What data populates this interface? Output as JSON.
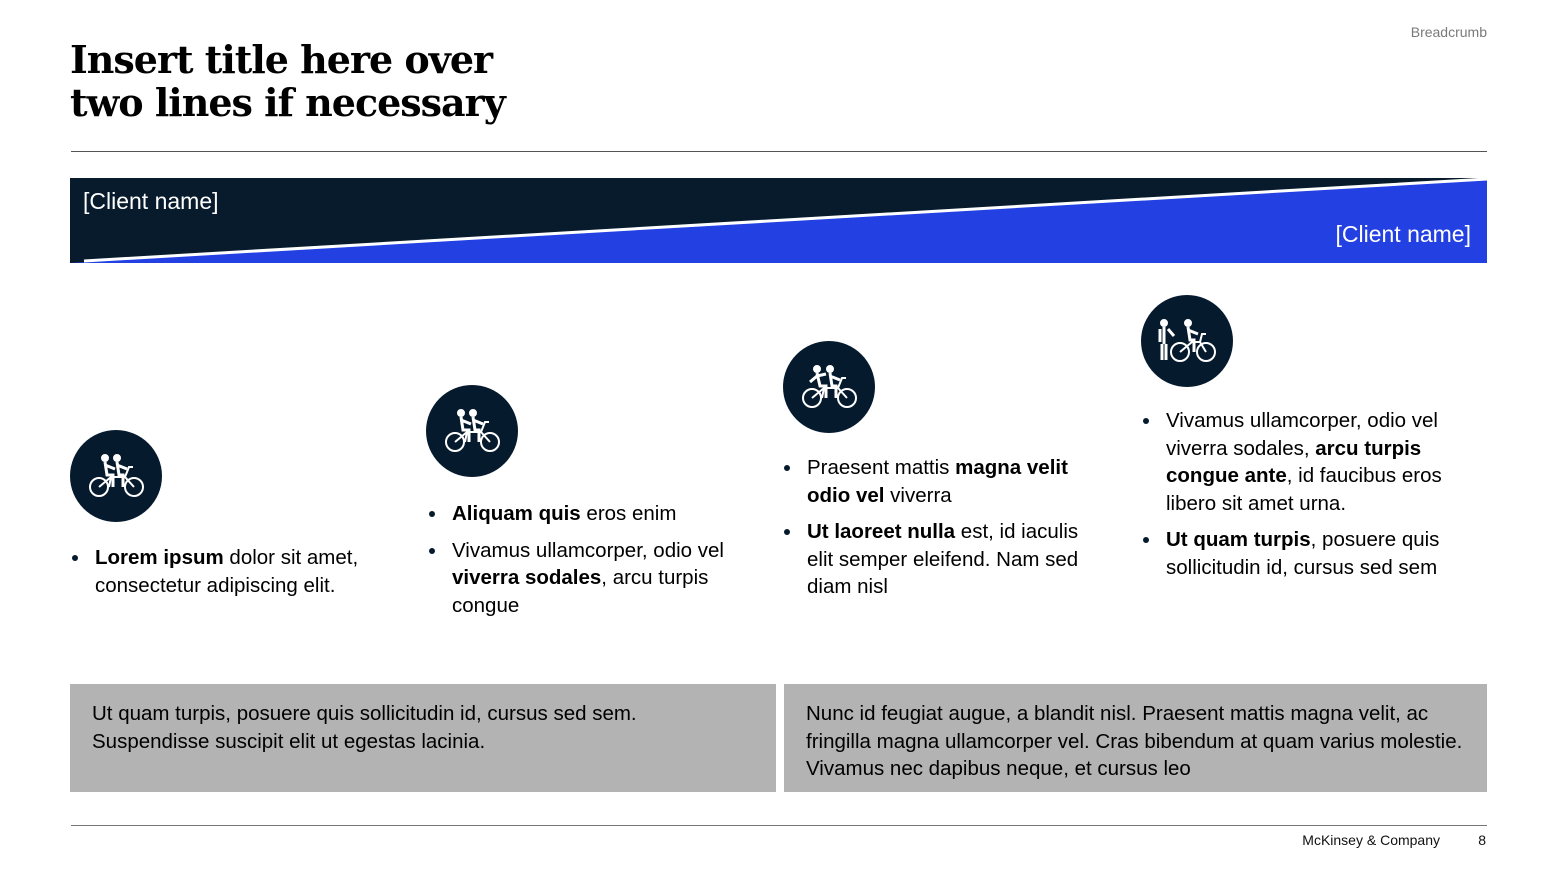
{
  "header": {
    "breadcrumb": "Breadcrumb",
    "title_line1": "Insert title here over",
    "title_line2": "two lines if necessary"
  },
  "banner": {
    "client_left": "[Client name]",
    "client_right": "[Client name]",
    "colors": {
      "dark": "#081b2c",
      "blue": "#2340e3",
      "divider": "#ffffff"
    }
  },
  "steps": [
    {
      "icon": "tandem-bicycle-icon",
      "bullets": [
        {
          "bold": "Lorem ipsum",
          "text": " dolor sit amet, consectetur adipiscing elit."
        }
      ]
    },
    {
      "icon": "tandem-bicycle-icon",
      "bullets": [
        {
          "bold": "Aliquam quis",
          "text": " eros enim"
        },
        {
          "pre": "Vivamus ullamcorper, odio vel ",
          "bold": "viverra sodales",
          "text": ", arcu turpis congue"
        }
      ]
    },
    {
      "icon": "tandem-bicycle-waving-icon",
      "bullets": [
        {
          "pre": "Praesent mattis ",
          "bold": "magna velit odio vel",
          "text": " viverra"
        },
        {
          "bold": "Ut laoreet nulla",
          "text": " est, id iaculis elit semper eleifend. Nam sed diam nisl"
        }
      ]
    },
    {
      "icon": "person-and-bicycle-rider-icon",
      "bullets": [
        {
          "pre": "Vivamus ullamcorper, odio vel viverra sodales, ",
          "bold": "arcu turpis congue ante",
          "text": ", id faucibus eros libero sit amet urna."
        },
        {
          "bold": "Ut quam turpis",
          "text": ", posuere quis sollicitudin id, cursus sed sem"
        }
      ]
    }
  ],
  "summary_boxes": [
    {
      "text": "Ut quam turpis, posuere quis sollicitudin id, cursus sed sem. Suspendisse suscipit elit ut egestas lacinia."
    },
    {
      "text": "Nunc id feugiat augue, a blandit nisl. Praesent mattis magna velit, ac fringilla magna ullamcorper vel. Cras bibendum at quam varius molestie. Vivamus nec dapibus neque, et cursus leo"
    }
  ],
  "footer": {
    "company": "McKinsey & Company",
    "page_number": "8"
  }
}
